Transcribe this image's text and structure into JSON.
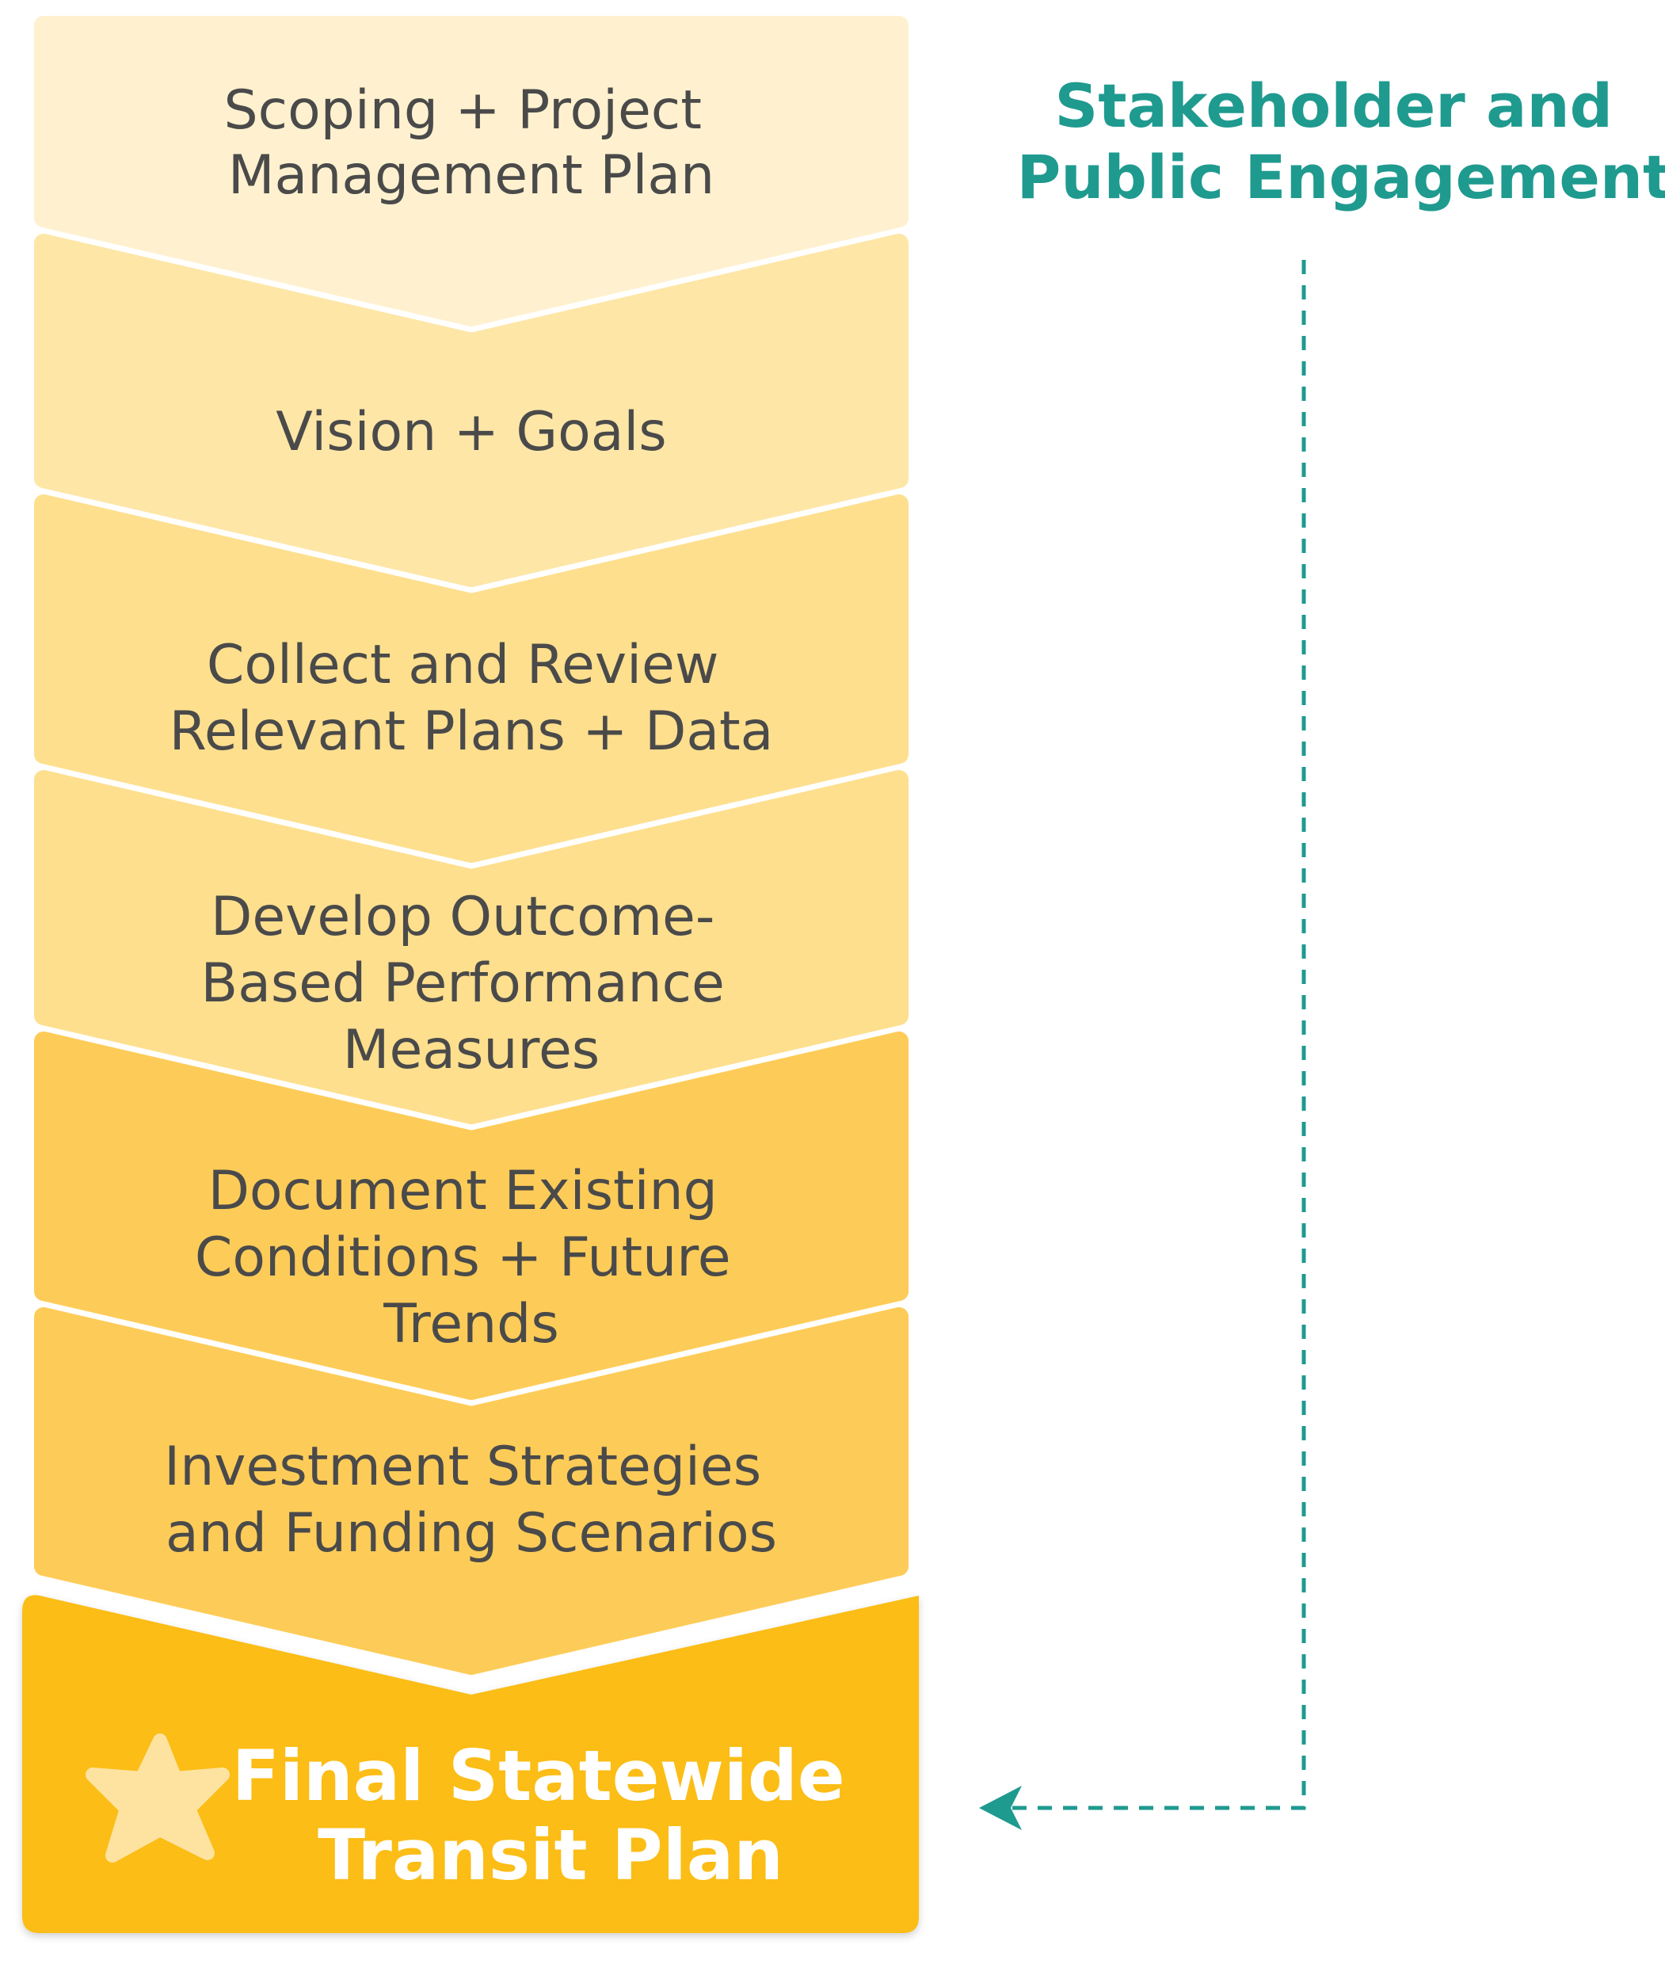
{
  "colors": {
    "step_1": "#fff1cf",
    "step_2": "#fee6a7",
    "step_3": "#fedf8e",
    "step_4": "#fedf8e",
    "step_5": "#fdcc58",
    "step_6": "#fdcc58",
    "final": "#fbbd16",
    "star": "#fee3a0",
    "text": "#4a4a4a",
    "engagement": "#1f9a8f"
  },
  "steps": [
    {
      "lines": [
        "Scoping + Project",
        "Management Plan"
      ]
    },
    {
      "lines": [
        "Vision + Goals"
      ]
    },
    {
      "lines": [
        "Collect and Review",
        "Relevant Plans + Data"
      ]
    },
    {
      "lines": [
        "Develop Outcome-",
        "Based Performance",
        "Measures"
      ]
    },
    {
      "lines": [
        "Document Existing",
        "Conditions + Future",
        "Trends"
      ]
    },
    {
      "lines": [
        "Investment Strategies",
        "and Funding Scenarios"
      ]
    }
  ],
  "final": {
    "lines": [
      "Final Statewide",
      "Transit Plan"
    ],
    "icon": "star-icon"
  },
  "engagement": {
    "lines": [
      "Stakeholder and",
      "Public Engagement"
    ],
    "connector": "dashed-arrow"
  }
}
